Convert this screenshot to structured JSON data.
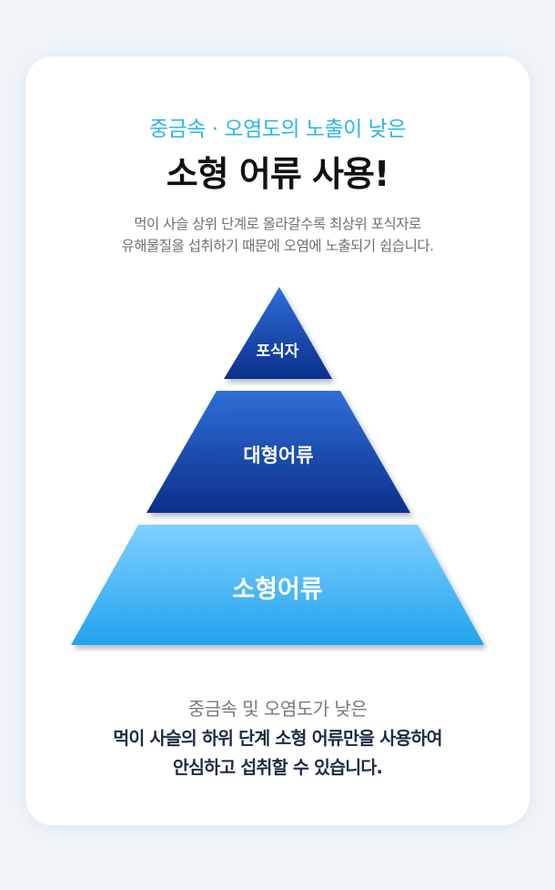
{
  "header": {
    "subtitle": "중금속 · 오염도의 노출이 낮은",
    "title": "소형 어류 사용!",
    "description_lines": [
      "먹이 사슬 상위 단계로 올라갈수록 최상위 포식자로",
      "유해물질을 섭취하기 때문에 오염에 노출되기 쉽습니다."
    ]
  },
  "pyramid": {
    "tiers": [
      {
        "label": "포식자"
      },
      {
        "label": "대형어류"
      },
      {
        "label": "소형어류"
      }
    ]
  },
  "footer": {
    "lines": [
      "중금속 및 오염도가 낮은",
      "먹이 사슬의 하위 단계 소형 어류만을 사용하여",
      "안심하고 섭취할 수 있습니다."
    ]
  },
  "colors": {
    "accent": "#2bb6e8",
    "dark_blue": "#0e3aa3",
    "light_blue": "#3fb3f3",
    "text_dark": "#1c2a44"
  }
}
